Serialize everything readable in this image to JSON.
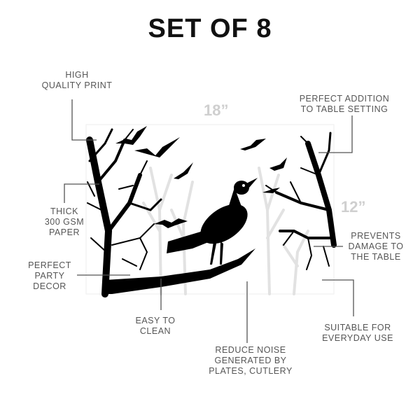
{
  "title": "SET OF 8",
  "dimensions": {
    "width": "18”",
    "height": "12”"
  },
  "features": [
    {
      "id": "high-quality-print",
      "text": "HIGH\nQUALITY PRINT"
    },
    {
      "id": "perfect-addition",
      "text": "PERFECT ADDITION\nTO TABLE SETTING"
    },
    {
      "id": "thick-paper",
      "text": "THICK\n300 GSM\nPAPER"
    },
    {
      "id": "perfect-party-decor",
      "text": "PERFECT\nPARTY\nDECOR"
    },
    {
      "id": "prevents-damage",
      "text": "PREVENTS\nDAMAGE TO\nTHE TABLE"
    },
    {
      "id": "easy-to-clean",
      "text": "EASY TO\nCLEAN"
    },
    {
      "id": "reduce-noise",
      "text": "REDUCE NOISE\nGENERATED BY\nPLATES, CUTLERY"
    },
    {
      "id": "suitable-everyday",
      "text": "SUITABLE FOR\nEVERYDAY USE"
    }
  ],
  "colors": {
    "text": "#555555",
    "title": "#111111",
    "dimension": "#cfcfcf",
    "leader_line": "#555555",
    "silhouette": "#000000"
  }
}
